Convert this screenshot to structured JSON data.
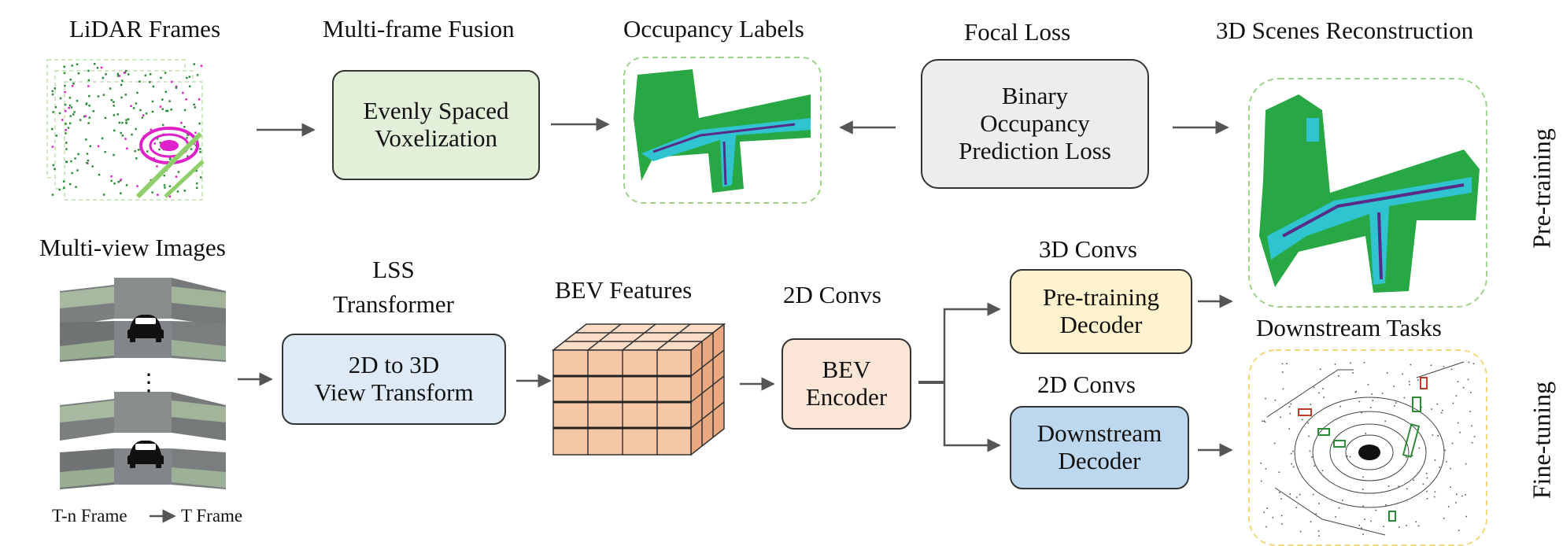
{
  "header_labels": {
    "lidar_frames": "LiDAR Frames",
    "multi_frame_fusion": "Multi-frame Fusion",
    "occupancy_labels": "Occupancy Labels",
    "focal_loss": "Focal Loss",
    "scenes_reconstruction": "3D Scenes Reconstruction",
    "multi_view_images": "Multi-view Images",
    "lss_transformer_1": "LSS",
    "lss_transformer_2": "Transformer",
    "bev_features": "BEV Features",
    "convs_2d_a": "2D Convs",
    "convs_3d": "3D Convs",
    "convs_2d_b": "2D Convs",
    "downstream_tasks": "Downstream Tasks",
    "frame_sequence_start": "T-n Frame",
    "frame_sequence_end": "T Frame",
    "ellipsis": "⋮"
  },
  "boxes": {
    "voxelization": {
      "line1": "Evenly Spaced",
      "line2": "Voxelization",
      "fill": "#e2efd9"
    },
    "occupancy_loss": {
      "line1": "Binary",
      "line2": "Occupancy",
      "line3": "Prediction Loss",
      "fill": "#ededed"
    },
    "view_transform": {
      "line1": "2D to 3D",
      "line2": "View Transform",
      "fill": "#deebf7"
    },
    "bev_encoder": {
      "line1": "BEV",
      "line2": "Encoder",
      "fill": "#fbe5d6"
    },
    "pretraining_decoder": {
      "line1": "Pre-training",
      "line2": "Decoder",
      "fill": "#fff2cc"
    },
    "downstream_decoder": {
      "line1": "Downstream",
      "line2": "Decoder",
      "fill": "#bdd7ee"
    }
  },
  "side_labels": {
    "pretraining": "Pre-training",
    "finetuning": "Fine-tuning"
  },
  "colors": {
    "occupancy_green": "#27a844",
    "occupancy_cyan": "#2fc4cf",
    "occupancy_purple": "#5a2a8a",
    "lidar_magenta": "#e020c8",
    "cube_fill": "#f6c7a6",
    "cube_top": "#fbdcc6",
    "cube_side": "#e9a87f",
    "dashed_green": "#9fd38a",
    "dashed_yellow": "#f3d77a",
    "arrow": "#555555"
  },
  "icons": [
    "car-icon",
    "car-icon"
  ]
}
